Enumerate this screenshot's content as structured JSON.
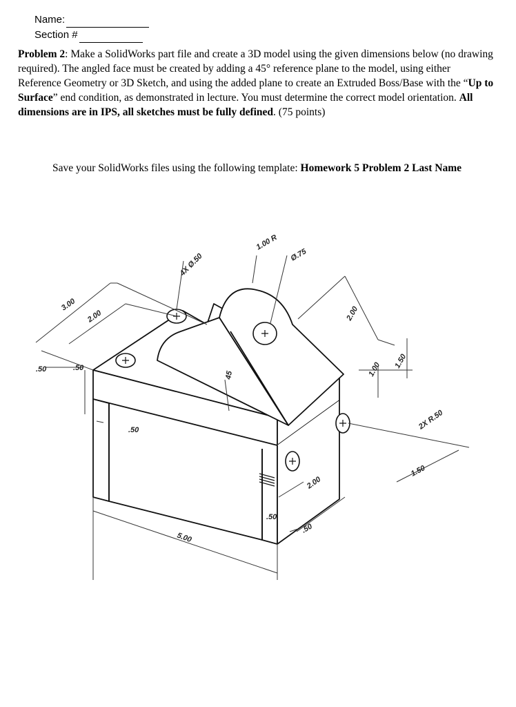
{
  "header": {
    "name_label": "Name:",
    "section_label": "Section #"
  },
  "problem": {
    "label": "Problem 2",
    "text_1": ": Make a SolidWorks part file and create a 3D model using the given dimensions below (no drawing required). The angled face must be created by adding a 45° reference plane to the model, using either Reference Geometry or 3D Sketch, and using the added plane to create an Extruded Boss/Base with the “",
    "emph_1": "Up to Surface",
    "text_2": "” end condition, as demonstrated in lecture. You must determine the correct model orientation. ",
    "emph_2": "All dimensions are in IPS, all sketches must be fully defined",
    "text_3": ". (75 points)"
  },
  "save": {
    "text": "Save your SolidWorks files using the following template: ",
    "template": "Homework 5 Problem 2 Last Name"
  },
  "drawing": {
    "dim_3_00": "3.00",
    "dim_2_00_left": "2.00",
    "dim_50_outer": ".50",
    "dim_50_inner": ".50",
    "dim_4x_050": "4X Ø.50",
    "dim_1_00_r": "1.00 R",
    "dim_075": "Ø.75",
    "dim_2_00_right": "2.00",
    "dim_1_00": "1.00",
    "dim_1_50_v": "1.50",
    "dim_2x_r50": "2X R.50",
    "dim_1_50_h": "1.50",
    "dim_50_mid": ".50",
    "dim_45": "45",
    "dim_5_00": "5.00",
    "dim_2_00_bottom": "2.00",
    "dim_50_slot": ".50",
    "dim_50_bottom": ".50"
  }
}
